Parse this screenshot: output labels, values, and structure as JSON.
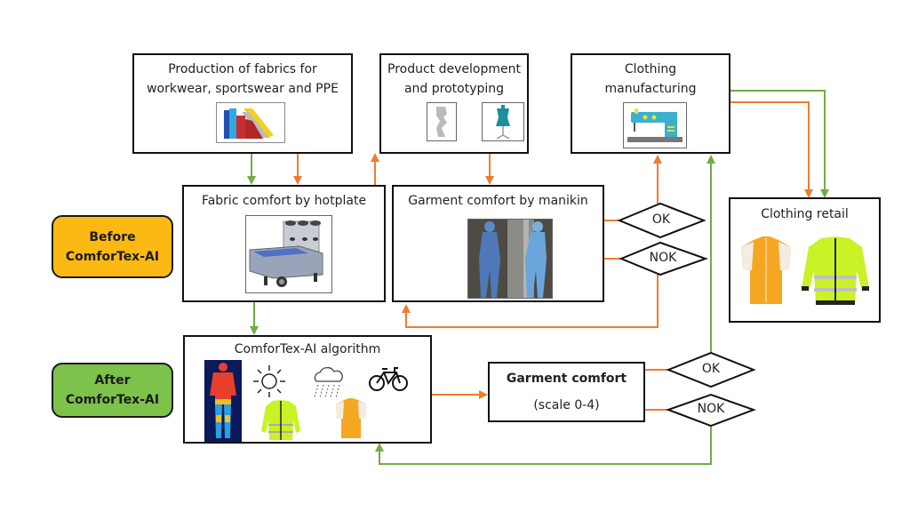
{
  "boxes": {
    "fabric_production": {
      "title_line1": "Production of fabrics for",
      "title_line2": "workwear, sportswear and PPE"
    },
    "product_dev": {
      "title_line1": "Product development",
      "title_line2": "and prototyping"
    },
    "clothing_manufacturing": {
      "title_line1": "Clothing",
      "title_line2": "manufacturing"
    },
    "hotplate": {
      "title": "Fabric comfort by hotplate"
    },
    "manikin": {
      "title": "Garment comfort  by manikin"
    },
    "retail": {
      "title": "Clothing retail"
    },
    "algorithm": {
      "title": "ComforTex-AI algorithm"
    },
    "garment_comfort": {
      "title": "Garment comfort",
      "subtitle": "(scale 0-4)"
    }
  },
  "phases": {
    "before": {
      "line1": "Before",
      "line2": "ComforTex-AI",
      "color": "#FDB913"
    },
    "after": {
      "line1": "After",
      "line2": "ComforTex-AI",
      "color": "#7DC24B"
    }
  },
  "decisions": {
    "manikin_ok": "OK",
    "manikin_nok": "NOK",
    "ai_ok": "OK",
    "ai_nok": "NOK"
  },
  "colors": {
    "before_flow": "#ED7D31",
    "after_flow": "#70AD47",
    "border": "#111111"
  },
  "icons": [
    "fabric-rolls-icon",
    "pattern-icon",
    "dress-form-icon",
    "sewing-machine-icon",
    "hotplate-icon",
    "manikin-photo-icon",
    "cycling-jersey-icon",
    "hi-vis-jacket-icon",
    "thermal-body-icon",
    "sun-icon",
    "rain-cloud-icon",
    "bicycle-icon"
  ]
}
